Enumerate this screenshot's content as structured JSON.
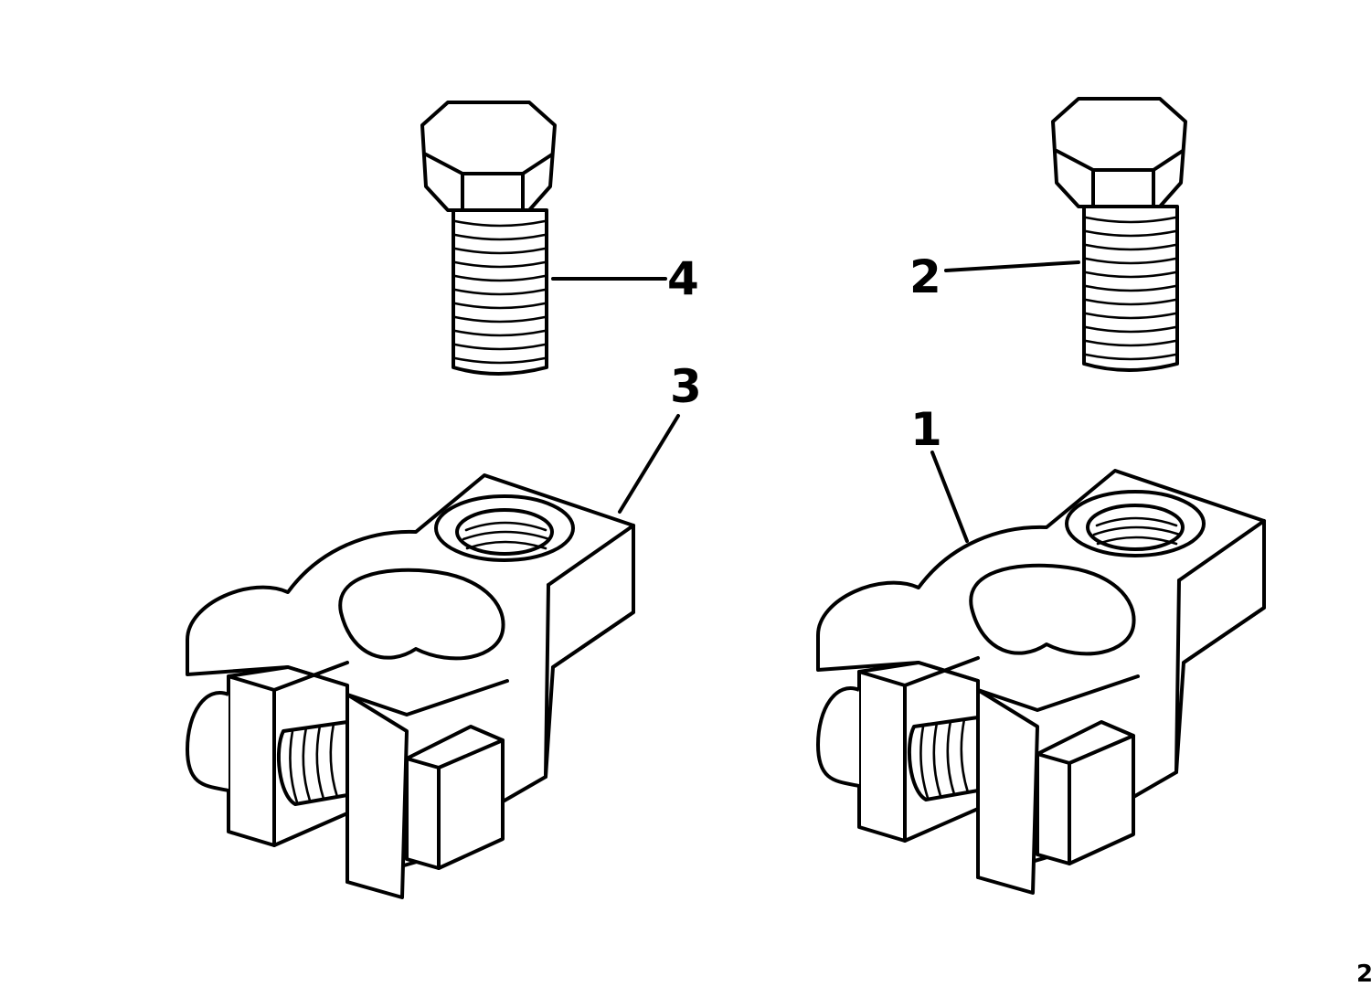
{
  "callouts": {
    "c1": "1",
    "c2": "2",
    "c3": "3",
    "c4": "4"
  },
  "corner_mark": "2",
  "colors": {
    "ink": "#000000",
    "paper": "#ffffff"
  }
}
